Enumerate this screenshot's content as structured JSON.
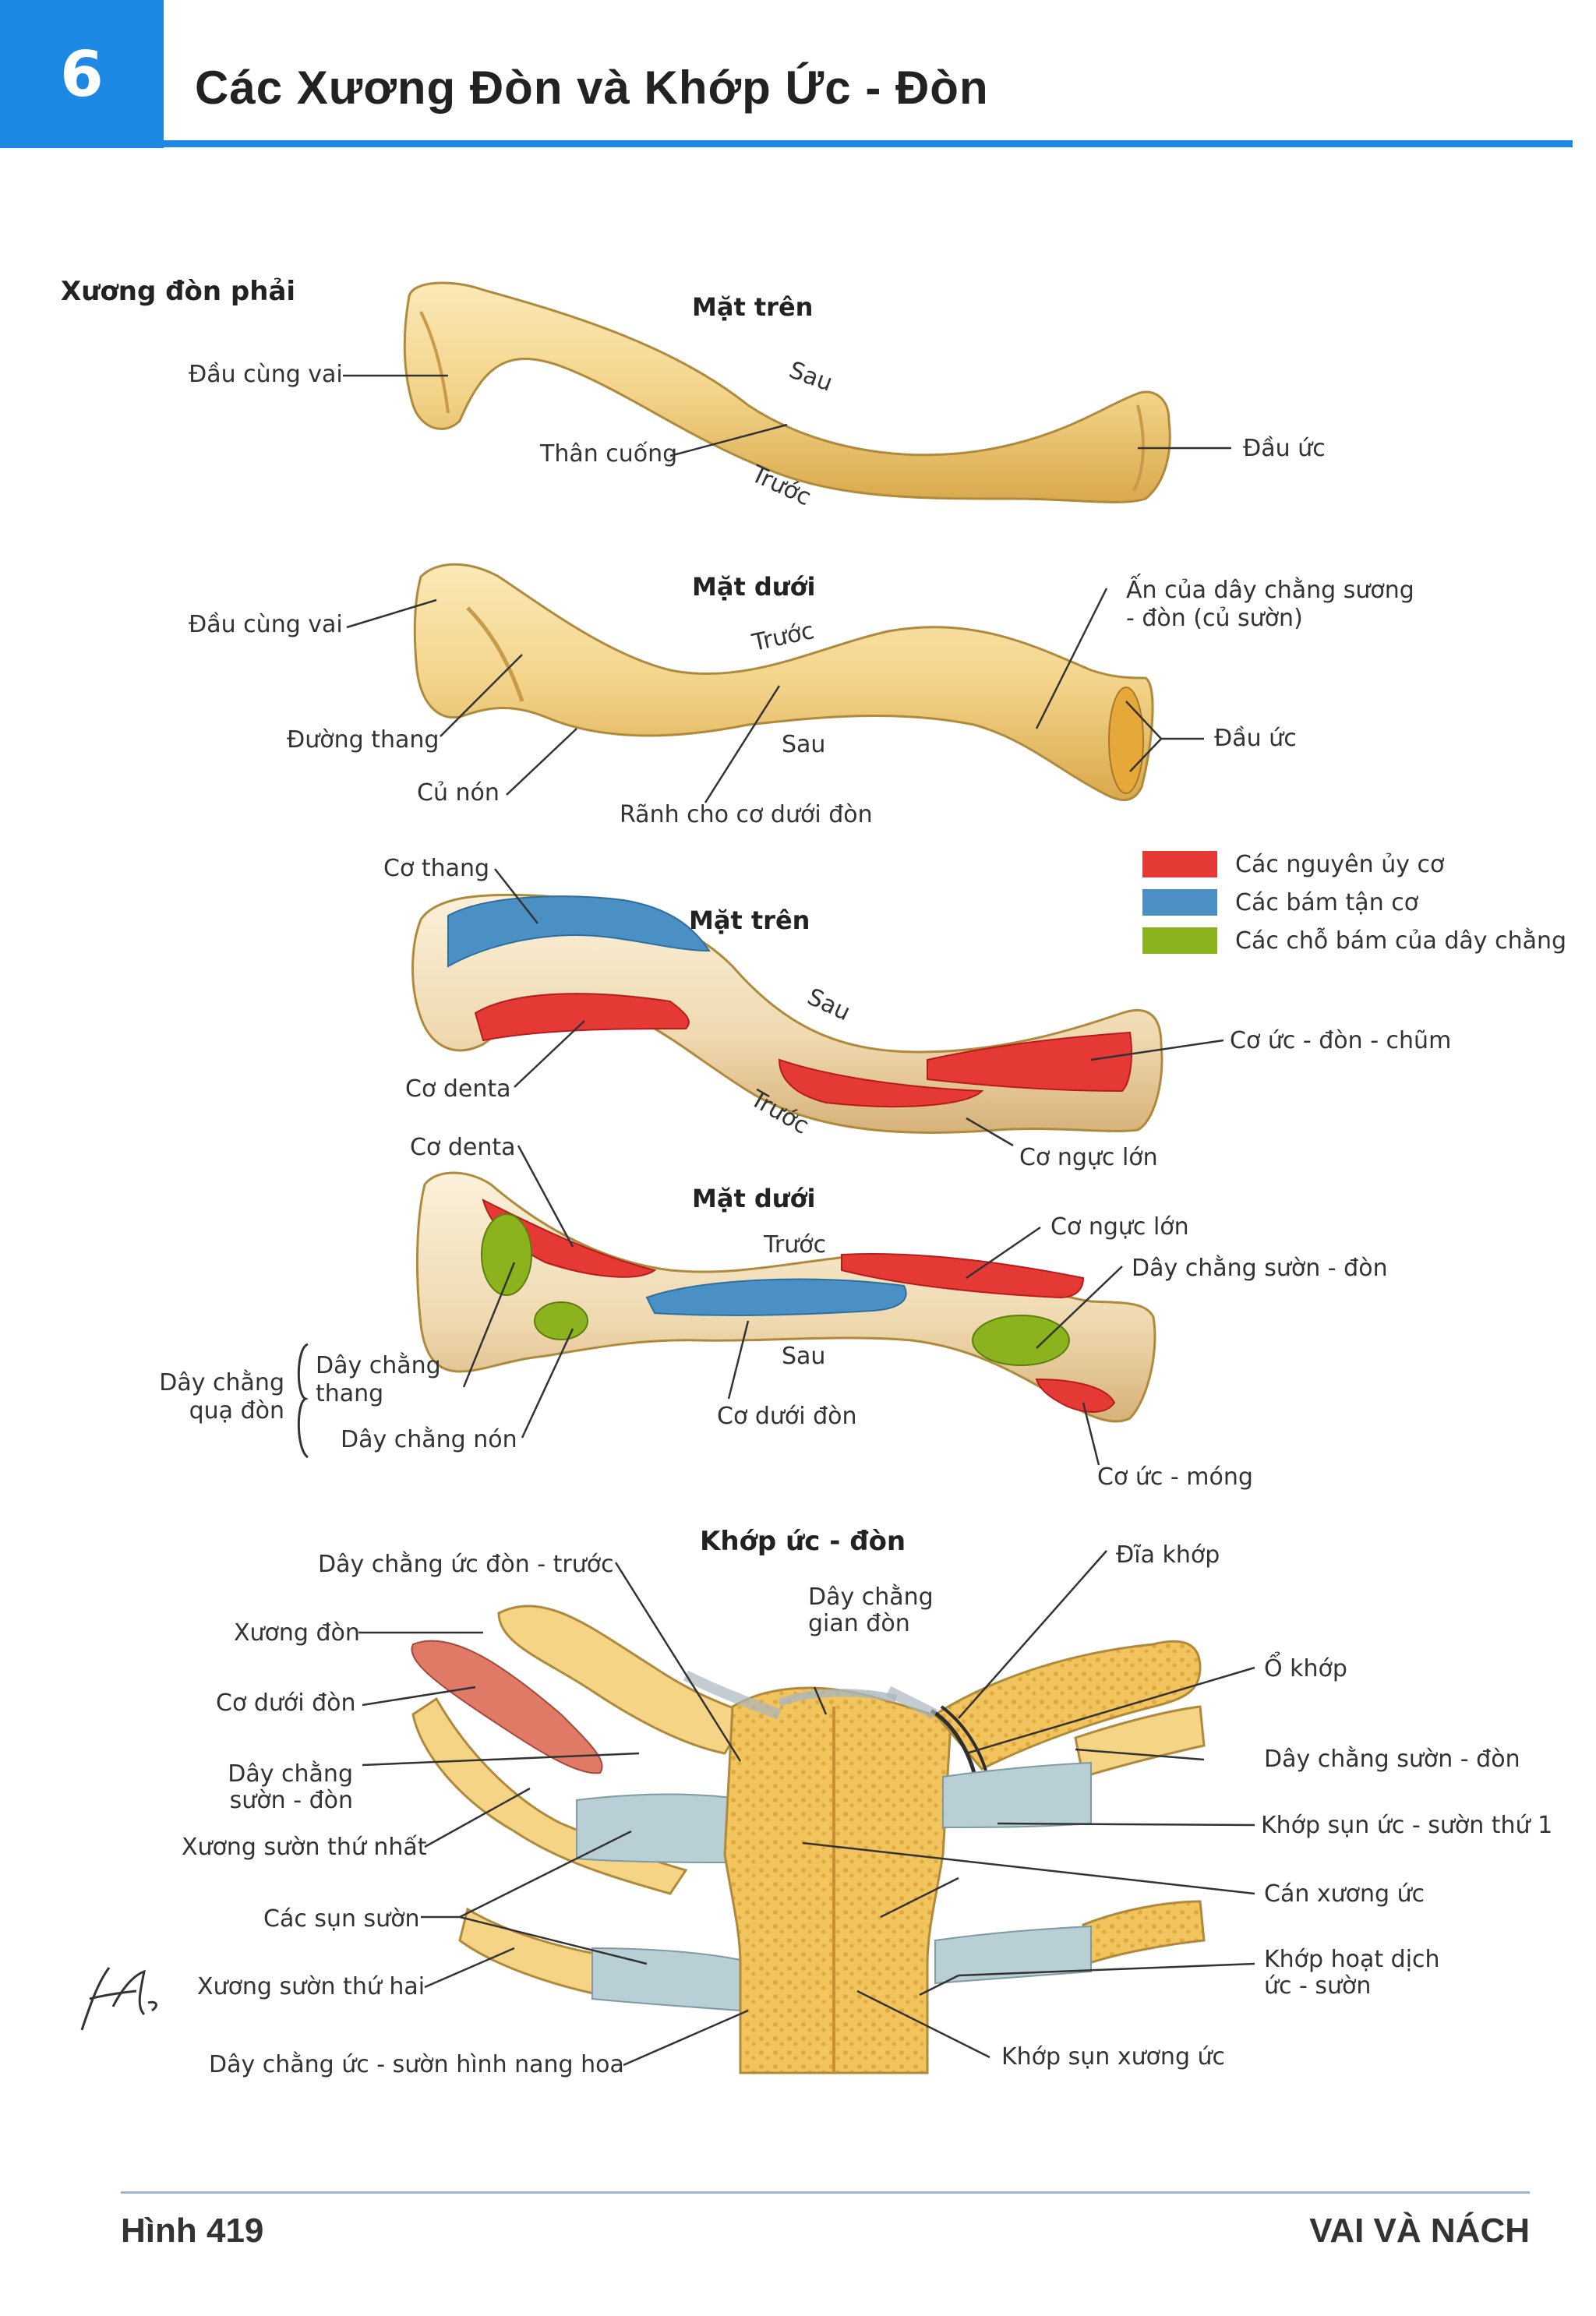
{
  "header": {
    "number": "6",
    "title": "Các Xương Đòn và Khớp Ức - Đòn"
  },
  "section1": {
    "title": "Xương đòn phải",
    "view": "Mặt trên",
    "labels": {
      "acromial_end": "Đầu cùng vai",
      "shaft": "Thân cuống",
      "sternal_end": "Đầu ức",
      "posterior": "Sau",
      "anterior": "Trước"
    }
  },
  "section2": {
    "view": "Mặt dưới",
    "labels": {
      "acromial_end": "Đầu cùng vai",
      "trapezoid_line": "Đường thang",
      "conoid_tubercle": "Củ nón",
      "subclavius_groove": "Rãnh cho cơ dưới đòn",
      "anterior": "Trước",
      "posterior": "Sau",
      "costoclavicular_impression": "Ấn của dây chằng sương - đòn (củ sườn)",
      "sternal_end": "Đầu ức"
    }
  },
  "legend": {
    "items": [
      {
        "label": "Các nguyên ủy cơ",
        "color": "#e53935"
      },
      {
        "label": "Các bám tận cơ",
        "color": "#4a90c4"
      },
      {
        "label": "Các chỗ bám của dây chằng",
        "color": "#8bb31d"
      }
    ]
  },
  "section3": {
    "view": "Mặt trên",
    "labels": {
      "trapezius": "Cơ thang",
      "deltoid": "Cơ denta",
      "posterior": "Sau",
      "anterior": "Trước",
      "scm": "Cơ ức - đòn - chũm",
      "pectoralis": "Cơ ngực lớn"
    }
  },
  "section4": {
    "view": "Mặt dưới",
    "labels": {
      "deltoid": "Cơ denta",
      "anterior": "Trước",
      "pectoralis": "Cơ ngực lớn",
      "costoclavicular_lig": "Dây chằng sườn - đòn",
      "coracoclavicular": "Dây chằng quạ đòn",
      "trapezoid_lig": "Dây chằng thang",
      "conoid_lig": "Dây chằng nón",
      "posterior": "Sau",
      "subclavius": "Cơ dưới đòn",
      "sternohyoid": "Cơ ức - móng"
    }
  },
  "section5": {
    "title": "Khớp ức - đòn",
    "labels": {
      "ant_sc_lig": "Dây chằng ức đòn - trước",
      "interclavicular": "Dây chằng gian đòn",
      "disc": "Đĩa khớp",
      "clavicle": "Xương đòn",
      "joint_cavity": "Ổ khớp",
      "subclavius": "Cơ dưới đòn",
      "costoclavicular": "Dây chằng sườn - đòn",
      "costoclavicular_r": "Dây chằng sườn - đòn",
      "first_rib": "Xương sườn thứ nhất",
      "sternocostal_1": "Khớp sụn ức - sườn thứ 1",
      "costal_cartilages": "Các sụn sườn",
      "manubrium": "Cán xương ức",
      "second_rib": "Xương sườn thứ hai",
      "synovial_sc": "Khớp hoạt dịch ức - sườn",
      "radiate_lig": "Dây chằng ức - sườn hình nang hoa",
      "manubriosternal": "Khớp sụn xương ức"
    }
  },
  "footer": {
    "figure": "Hình 419",
    "chapter": "VAI VÀ NÁCH"
  }
}
